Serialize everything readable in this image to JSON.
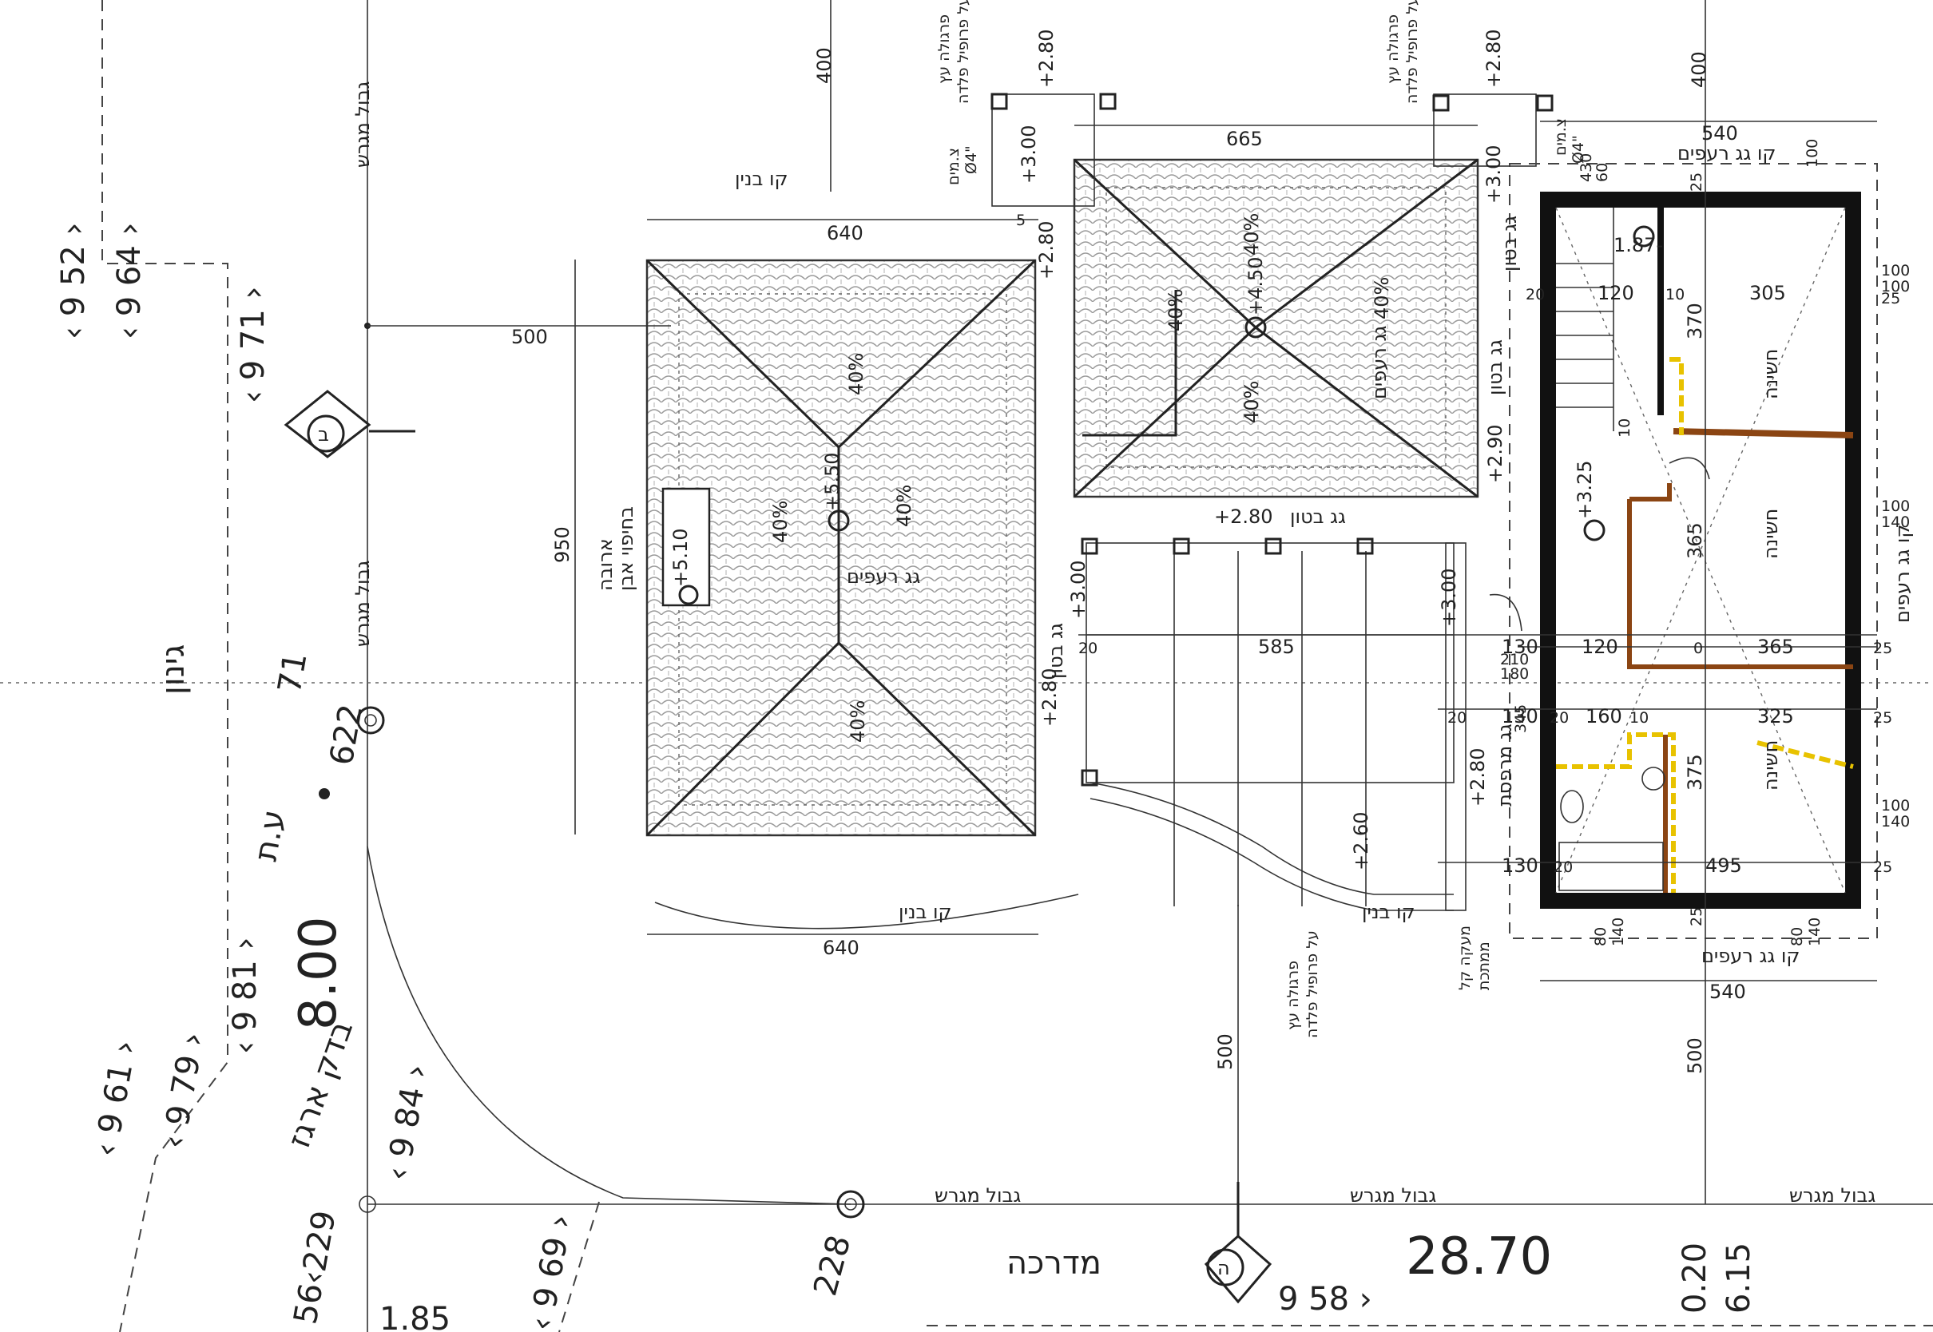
{
  "colors": {
    "ink": "#222222",
    "wall": "#111111",
    "brown": "#8b4513",
    "yellow": "#e8c200",
    "roof_tile": "#bbbbbb"
  },
  "labels": {
    "road_width": "28.70",
    "lot_width": "8.00",
    "road_name": "מדרכה",
    "path_name": "גינון",
    "lot_label_1": "בדק ארגז",
    "lot_label_2": "ע.ת",
    "block_71": "71",
    "point_622": "622",
    "point_228": "228",
    "edge_020": "0.20",
    "edge_615": "6.15",
    "edge_185": "1.85",
    "parcel_952": "‹ 9 52 ›",
    "parcel_964": "‹ 9 64 ›",
    "parcel_971": "‹ 9 71 ›",
    "parcel_981": "‹ 9 81 ›",
    "parcel_961": "‹ 9 61 ›",
    "parcel_979": "‹ 9 79 ›",
    "parcel_984": "‹ 9 84 ›",
    "parcel_969": "‹ 9 69 ›",
    "parcel_958": "9 58 ›",
    "parcel_5629": "56‹229",
    "boundary_left_1": "גבול מגרש",
    "boundary_left_2": "גבול מגרש",
    "boundary_bottom_1": "גבול מגרש",
    "boundary_bottom_2": "גבול מגרש",
    "boundary_bottom_3": "גבול מגרש",
    "roof_tiles_left": "גג רעפים",
    "roof_tiles_right": "גג רעפים",
    "roof_concrete_1": "גג בטון",
    "roof_concrete_2": "גג בטון",
    "roof_concrete_3": "גג בטון",
    "roof_concrete_4": "גג בטון",
    "kav_binyan_1": "קו בנין",
    "kav_binyan_2": "קו בנין",
    "kav_binyan_3": "קו בנין",
    "kav_gag_1": "קו גג רעפים",
    "kav_gag_2": "קו גג רעפים",
    "kav_gag_3": "קו גג רעפים",
    "pergola_1": "פרגולה עץ",
    "pergola_1b": "על פרופיל פלדה",
    "pergola_2": "פרגולה עץ",
    "pergola_2b": "על פרופיל פלדה",
    "pergola_3": "פרגולה עץ",
    "pergola_3b": "על פרופיל פלדה",
    "maake_1": "מעקה קל",
    "maake_2": "ממתכת",
    "aruba_1": "ארובה",
    "aruba_2": "בחיפוי אבן",
    "room_1": "חשינה",
    "room_2": "חשינה",
    "room_3": "חשינה",
    "gag_mirpeset": "גג מרפסת",
    "tzinor": "צ.מים",
    "tzinor_d": "Ø4\"",
    "tzinor_2": "צ.מים",
    "tzinor_2d": "Ø4\""
  },
  "levels": {
    "l550": "+5.50",
    "l510": "+5.10",
    "l450": "+4.50",
    "l300a": "+3.00",
    "l300b": "+3.00",
    "l300c": "+3.00",
    "l300d": "+3.00",
    "l280a": "+2.80",
    "l280b": "+2.80",
    "l280c": "+2.80",
    "l280d": "+2.80",
    "l280e": "+2.80",
    "l280f": "+2.80",
    "l260": "+2.60",
    "l290": "+2.90",
    "l325": "+3.25",
    "l187": "1.87-"
  },
  "slopes": {
    "s1": "40%",
    "s2": "40%",
    "s3": "40%",
    "s4": "40%",
    "s5": "40%",
    "s6": "40%",
    "s7": "40%",
    "s8": "40%"
  },
  "dims": {
    "d400a": "400",
    "d400b": "400",
    "d640a": "640",
    "d640b": "640",
    "d500a": "500",
    "d500b": "500",
    "d500c": "500",
    "d950": "950",
    "d665": "665",
    "d540a": "540",
    "d540b": "540",
    "d585": "585",
    "d305": "305",
    "d370": "370",
    "d365a": "365",
    "d365b": "365",
    "d325": "325",
    "d375": "375",
    "d495": "495",
    "d120a": "120",
    "d120b": "120",
    "d160": "160",
    "d130a": "130",
    "d130b": "130",
    "d130c": "130",
    "d100a": "100",
    "d100b": "100",
    "d100c": "100",
    "d100d": "100",
    "d100e": "100",
    "d140a": "140",
    "d140b": "140",
    "d140c": "140",
    "d140d": "140",
    "d25a": "25",
    "d25b": "25",
    "d25c": "25",
    "d25d": "25",
    "d25e": "25",
    "d25f": "25",
    "d20a": "20",
    "d20b": "20",
    "d20c": "20",
    "d20d": "20",
    "d20e": "20",
    "d10a": "10",
    "d10b": "10",
    "d10c": "10",
    "d80a": "80",
    "d80b": "80",
    "d60": "60",
    "d430": "430",
    "d180": "180",
    "d210": "210",
    "d345": "345",
    "d5": "5",
    "d0": "0"
  },
  "markers": {
    "north_left": "ב",
    "north_bottom": "ה"
  }
}
